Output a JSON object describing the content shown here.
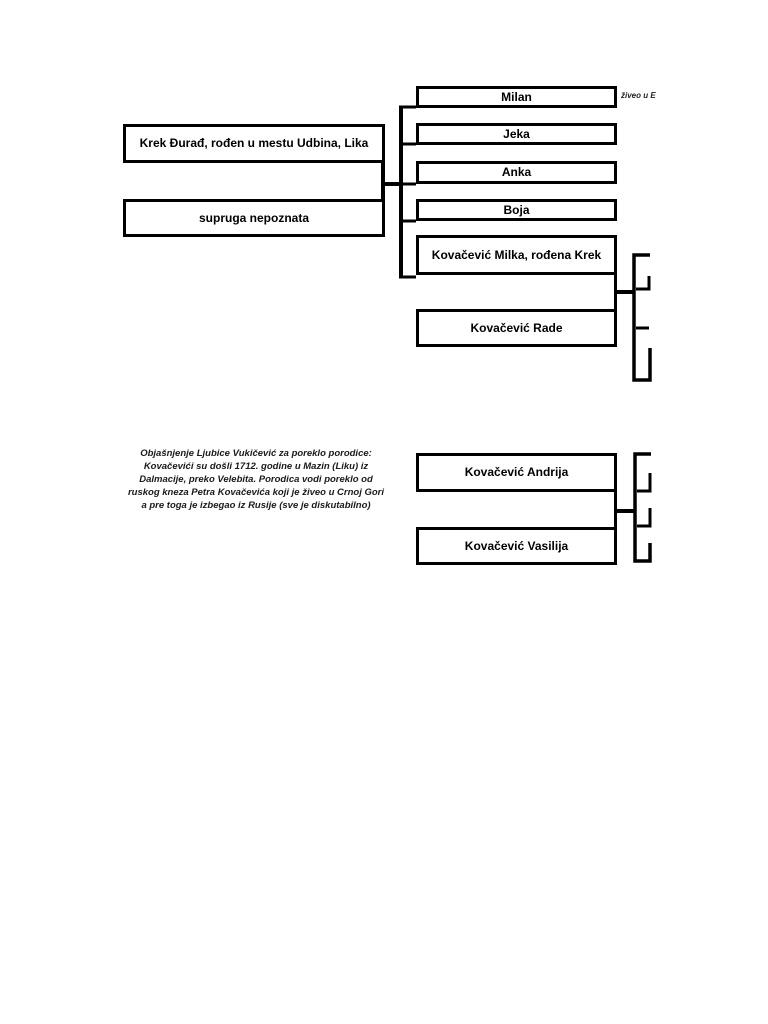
{
  "family_tree": {
    "parents": {
      "father": "Krek Đurađ, rođen u mestu Udbina, Lika",
      "mother": "supruga nepoznata"
    },
    "children": {
      "milan": "Milan",
      "milan_note": "živeo u E",
      "jeka": "Jeka",
      "anka": "Anka",
      "boja": "Boja",
      "milka": "Kovačević Milka, rođena Krek",
      "milka_spouse": "Kovačević Rade"
    },
    "second_couple": {
      "husband": "Kovačević Andrija",
      "wife": "Kovačević Vasilija"
    },
    "annotation": {
      "line1": "Objašnjenje Ljubice Vukičević za poreklo porodice:",
      "line2": "Kovačevići su došli 1712. godine u Mazin (Liku) iz",
      "line3": "Dalmacije, preko Velebita. Porodica vodi poreklo od",
      "line4": "ruskog kneza Petra Kovačevića koji je živeo u Crnoj Gori",
      "line5": "a pre toga je izbegao iz Rusije (sve je diskutabilno)"
    },
    "colors": {
      "line": "#000000",
      "background": "#ffffff"
    }
  }
}
